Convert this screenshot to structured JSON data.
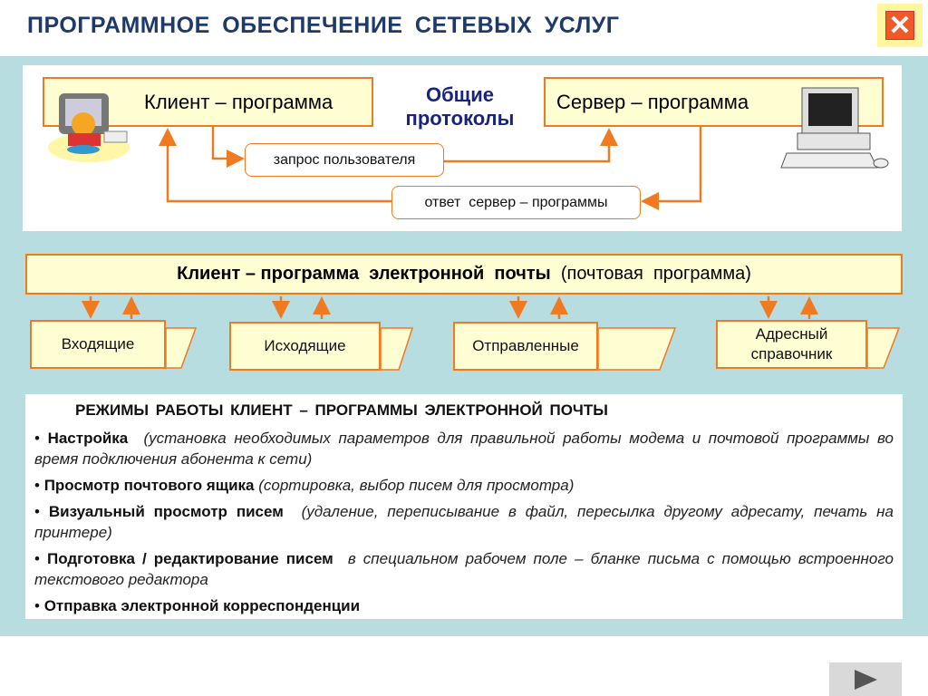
{
  "title": "ПРОГРАММНОЕ ОБЕСПЕЧЕНИЕ СЕТЕВЫХ УСЛУГ",
  "close_label": "✕",
  "diagram": {
    "client": "Клиент – программа",
    "server": "Сервер – программа",
    "protocols_line1": "Общие",
    "protocols_line2": "протоколы",
    "request": "запрос пользователя",
    "response": "ответ  сервер – программы"
  },
  "mail_client": {
    "bold": "Клиент – программа  электронной  почты",
    "normal": "(почтовая  программа)"
  },
  "folders": [
    "Входящие",
    "Исходящие",
    "Отправленные",
    "Адресный справочник"
  ],
  "modes": {
    "heading": "РЕЖИМЫ  РАБОТЫ  КЛИЕНТ – ПРОГРАММЫ  ЭЛЕКТРОННОЙ  ПОЧТЫ",
    "items": [
      {
        "bold": "Настройка",
        "italic": "(установка необходимых параметров для правильной работы модема и почтовой программы во время подключения абонента к сети)"
      },
      {
        "bold": "Просмотр почтового ящика",
        "italic": "(сортировка, выбор писем для просмотра)"
      },
      {
        "bold": "Визуальный  просмотр  писем",
        "italic": "(удаление, переписывание в файл, пересылка другому адресату, печать на принтере)"
      },
      {
        "bold": "Подготовка / редактирование  писем",
        "italic": "в специальном рабочем поле – бланке письма с помощью встроенного текстового редактора"
      },
      {
        "bold": "Отправка  электронной  корреспонденции",
        "italic": ""
      }
    ]
  },
  "colors": {
    "accent": "#f07a20",
    "title": "#1d3a6b",
    "background": "#b7dde0"
  }
}
